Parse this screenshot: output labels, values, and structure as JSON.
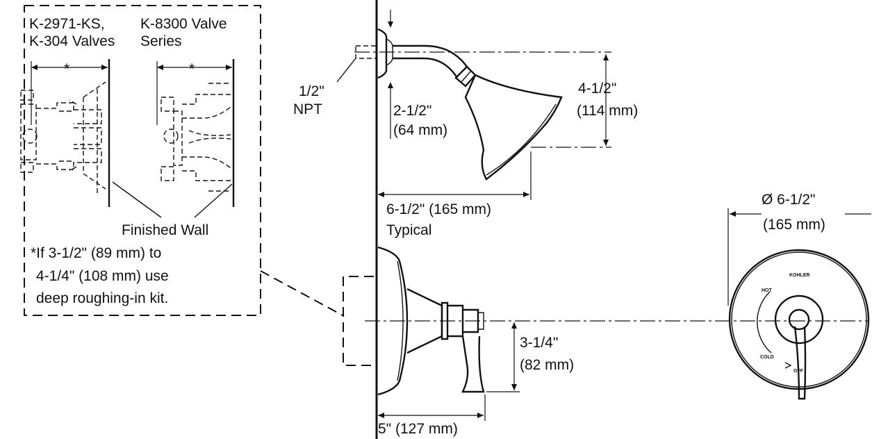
{
  "inset": {
    "valve_group_1": [
      "K-2971-KS,",
      "K-304 Valves"
    ],
    "valve_group_2": [
      "K-8300 Valve",
      "Series"
    ],
    "dimension_mark": "*",
    "finished_wall": "Finished Wall",
    "footnote": [
      "*If 3-1/2\" (89 mm) to",
      "4-1/4\" (108 mm) use",
      "deep roughing-in kit."
    ]
  },
  "shower_arm": {
    "thread": [
      "1/2\"",
      "NPT"
    ],
    "arm_offset": [
      "2-1/2\"",
      "(64 mm)"
    ],
    "head_drop": [
      "4-1/2\"",
      "(114 mm)"
    ],
    "projection": [
      "6-1/2\" (165 mm)",
      "Typical"
    ]
  },
  "valve_trim": {
    "handle_height": [
      "3-1/4\"",
      "(82 mm)"
    ],
    "trim_depth": "5\" (127 mm)"
  },
  "escutcheon": {
    "diameter": [
      "Ø 6-1/2\"",
      "(165 mm)"
    ],
    "brand": "KOHLER",
    "hot": "HOT",
    "cold": "COLD",
    "off": "OFF"
  }
}
